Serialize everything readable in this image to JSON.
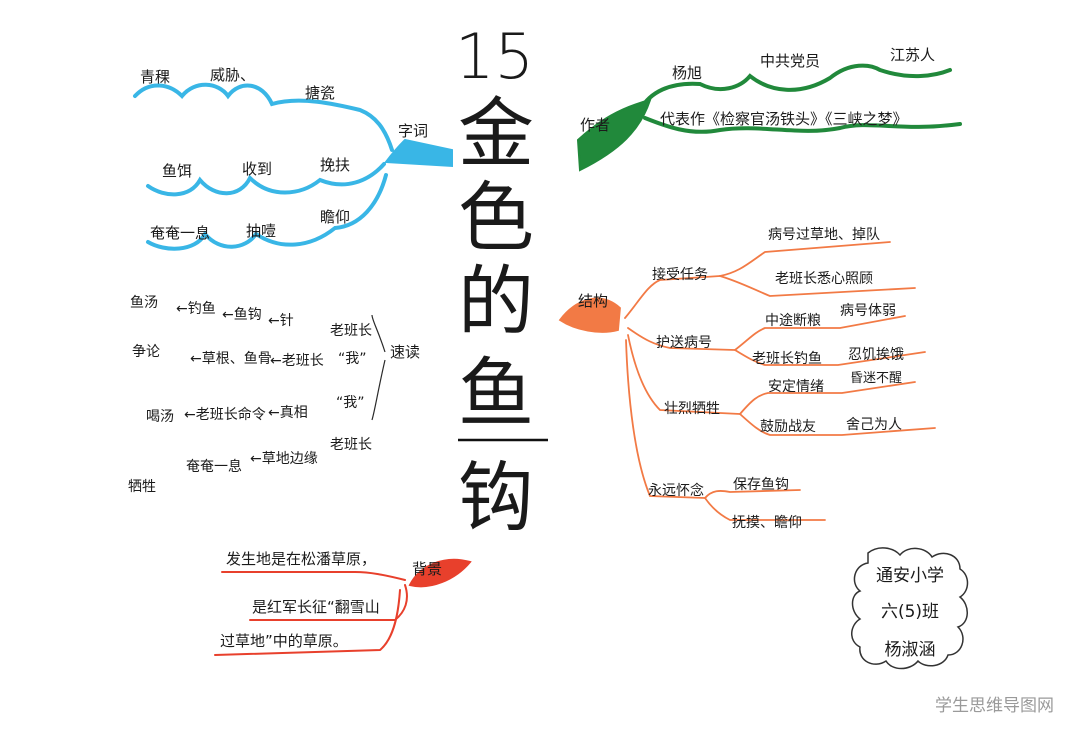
{
  "title": {
    "number": "15",
    "chars": [
      "金",
      "色",
      "的",
      "鱼",
      "钩"
    ]
  },
  "colors": {
    "zici": "#39b6e6",
    "author": "#21893b",
    "structure": "#f27a45",
    "background": "#e8402c"
  },
  "zici": {
    "label": "字词",
    "row1": [
      "青稞",
      "威胁、",
      "搪瓷"
    ],
    "row2": [
      "鱼饵",
      "收到",
      "挽扶"
    ],
    "row3": [
      "奄奄一息",
      "抽噎",
      "瞻仰"
    ]
  },
  "author": {
    "label": "作者",
    "row1": [
      "杨旭",
      "中共党员",
      "江苏人"
    ],
    "works": "代表作《检察官汤铁头》《三峡之梦》"
  },
  "sudu": {
    "label": "速读",
    "laobanzhang_top": "老班长",
    "rows": [
      {
        "head": "鱼汤",
        "items": [
          "钓鱼",
          "鱼钩",
          "针"
        ]
      },
      {
        "head": "争论",
        "items": [
          "草根、鱼骨",
          "老班长"
        ]
      },
      {
        "head": "喝汤",
        "items": [
          "老班长命令",
          "真相"
        ]
      },
      {
        "head": "牺牲",
        "items": [
          "奄奄一息",
          "草地边缘"
        ]
      }
    ],
    "wo1": "“我”",
    "wo2": "“我”",
    "laobanzhang_bottom": "老班长"
  },
  "structure": {
    "label": "结构",
    "branches": [
      {
        "name": "接受任务",
        "subs": [
          "病号过草地、掉队",
          "老班长悉心照顾"
        ]
      },
      {
        "name": "护送病号",
        "subs": [
          "中途断粮",
          "病号体弱",
          "老班长钓鱼",
          "忍饥挨饿"
        ]
      },
      {
        "name": "壮烈牺牲",
        "subs": [
          "安定情绪",
          "昏迷不醒",
          "鼓励战友",
          "舍己为人"
        ]
      },
      {
        "name": "永远怀念",
        "subs": [
          "保存鱼钩",
          "抚摸、瞻仰"
        ]
      }
    ]
  },
  "background": {
    "label": "背景",
    "lines": [
      "发生地是在松潘草原，",
      "是红军长征“翻雪山",
      "过草地”中的草原。"
    ]
  },
  "signature": {
    "lines": [
      "通安小学",
      "六(5)班",
      "杨淑涵"
    ]
  },
  "watermark": "学生思维导图网"
}
